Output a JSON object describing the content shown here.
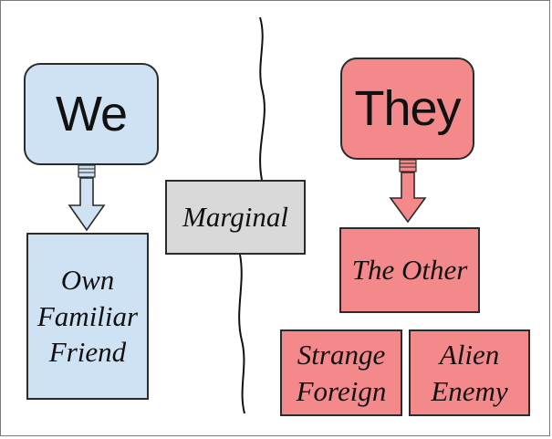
{
  "diagram": {
    "we_label": "We",
    "they_label": "They",
    "marginal_label": "Marginal",
    "we_box_label": "Own\nFamiliar\nFriend",
    "other_label": "The Other",
    "strange_label": "Strange\nForeign",
    "alien_label": "Alien\nEnemy"
  },
  "colors": {
    "we": "#cfe2f3",
    "they": "#f4898b",
    "marginal": "#d9d9d9",
    "outline": "#2b2b2b"
  }
}
